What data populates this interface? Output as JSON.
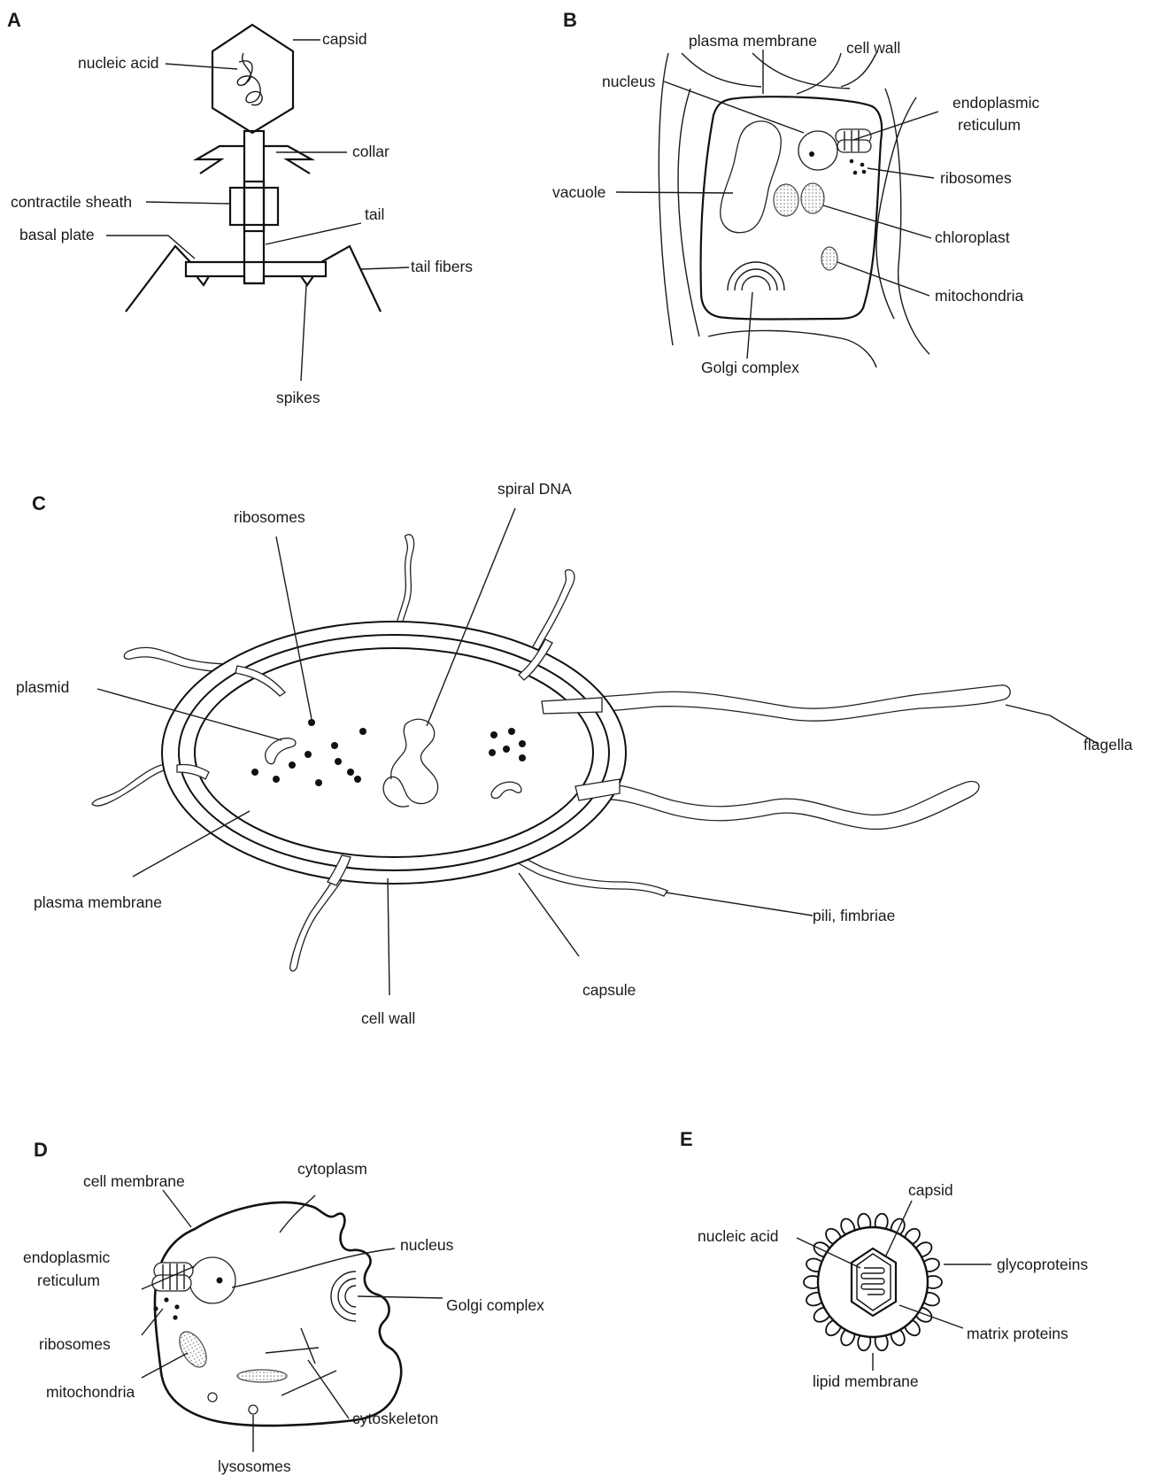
{
  "panels": {
    "A": {
      "letter": "A",
      "labels": {
        "capsid": "capsid",
        "nucleic_acid": "nucleic acid",
        "collar": "collar",
        "contractile_sheath": "contractile sheath",
        "tail": "tail",
        "basal_plate": "basal plate",
        "tail_fibers": "tail fibers",
        "spikes": "spikes"
      }
    },
    "B": {
      "letter": "B",
      "labels": {
        "plasma_membrane": "plasma membrane",
        "cell_wall": "cell wall",
        "nucleus": "nucleus",
        "er_line1": "endoplasmic",
        "er_line2": "reticulum",
        "ribosomes": "ribosomes",
        "vacuole": "vacuole",
        "chloroplast": "chloroplast",
        "mitochondria": "mitochondria",
        "golgi": "Golgi complex"
      }
    },
    "C": {
      "letter": "C",
      "labels": {
        "spiral_dna": "spiral DNA",
        "ribosomes": "ribosomes",
        "plasmid": "plasmid",
        "flagella": "flagella",
        "plasma_membrane": "plasma membrane",
        "pili": "pili, fimbriae",
        "capsule": "capsule",
        "cell_wall": "cell wall"
      }
    },
    "D": {
      "letter": "D",
      "labels": {
        "cell_membrane": "cell membrane",
        "cytoplasm": "cytoplasm",
        "nucleus": "nucleus",
        "er_line1": "endoplasmic",
        "er_line2": "reticulum",
        "golgi": "Golgi complex",
        "ribosomes": "ribosomes",
        "mitochondria": "mitochondria",
        "cytoskeleton": "cytoskeleton",
        "lysosomes": "lysosomes"
      }
    },
    "E": {
      "letter": "E",
      "labels": {
        "capsid": "capsid",
        "nucleic_acid": "nucleic acid",
        "glycoproteins": "glycoproteins",
        "matrix_proteins": "matrix proteins",
        "lipid_membrane": "lipid membrane"
      }
    }
  }
}
